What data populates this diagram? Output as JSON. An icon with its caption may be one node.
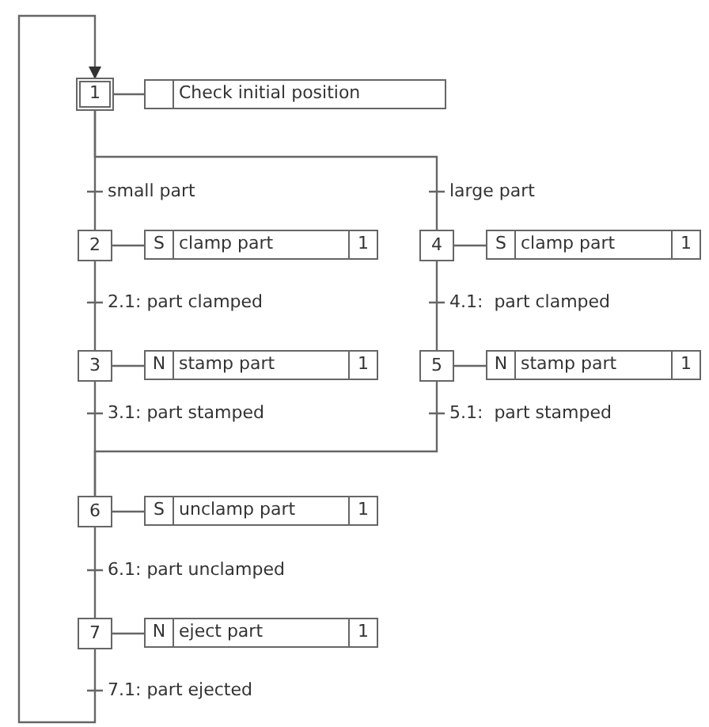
{
  "diagram": {
    "nodes": [
      {
        "text": [
          "1"
        ]
      },
      {
        "text": [
          "Check initial position"
        ]
      },
      {
        "text": [
          "2"
        ]
      },
      {
        "text": [
          "S",
          "clamp part",
          "1"
        ]
      },
      {
        "text": [
          "4"
        ]
      },
      {
        "text": [
          "S",
          "clamp part",
          "1"
        ]
      },
      {
        "text": [
          "3"
        ]
      },
      {
        "text": [
          "N",
          "stamp part",
          "1"
        ]
      },
      {
        "text": [
          "5"
        ]
      },
      {
        "text": [
          "N",
          "stamp part",
          "1"
        ]
      },
      {
        "text": [
          "6"
        ]
      },
      {
        "text": [
          "S",
          "unclamp part",
          "1"
        ]
      },
      {
        "text": [
          "7"
        ]
      },
      {
        "text": [
          "N",
          "eject part",
          "1"
        ]
      }
    ],
    "edges": [
      {
        "from": 0,
        "to": 1,
        "arrow": "none"
      },
      {
        "from": 0,
        "to": 2,
        "arrow": "none",
        "label": "small part"
      },
      {
        "from": 0,
        "to": 4,
        "arrow": "none",
        "label": "large part"
      },
      {
        "from": 2,
        "to": 3,
        "arrow": "none"
      },
      {
        "from": 4,
        "to": 5,
        "arrow": "none"
      },
      {
        "from": 2,
        "to": 6,
        "arrow": "none",
        "label": "2.1: part clamped"
      },
      {
        "from": 4,
        "to": 8,
        "arrow": "none",
        "label": "4.1:  part clamped"
      },
      {
        "from": 6,
        "to": 7,
        "arrow": "none"
      },
      {
        "from": 8,
        "to": 9,
        "arrow": "none"
      },
      {
        "from": 6,
        "to": 10,
        "arrow": "none",
        "label": "3.1: part stamped"
      },
      {
        "from": 8,
        "to": 10,
        "arrow": "none",
        "label": "5.1:  part stamped"
      },
      {
        "from": 10,
        "to": 11,
        "arrow": "none"
      },
      {
        "from": 12,
        "to": 13,
        "arrow": "none"
      },
      {
        "from": 10,
        "to": 12,
        "arrow": "none",
        "label": "6.1: part unclamped"
      },
      {
        "from": 12,
        "to": 0,
        "arrow": "to",
        "label": "7.1: part ejected"
      }
    ]
  }
}
